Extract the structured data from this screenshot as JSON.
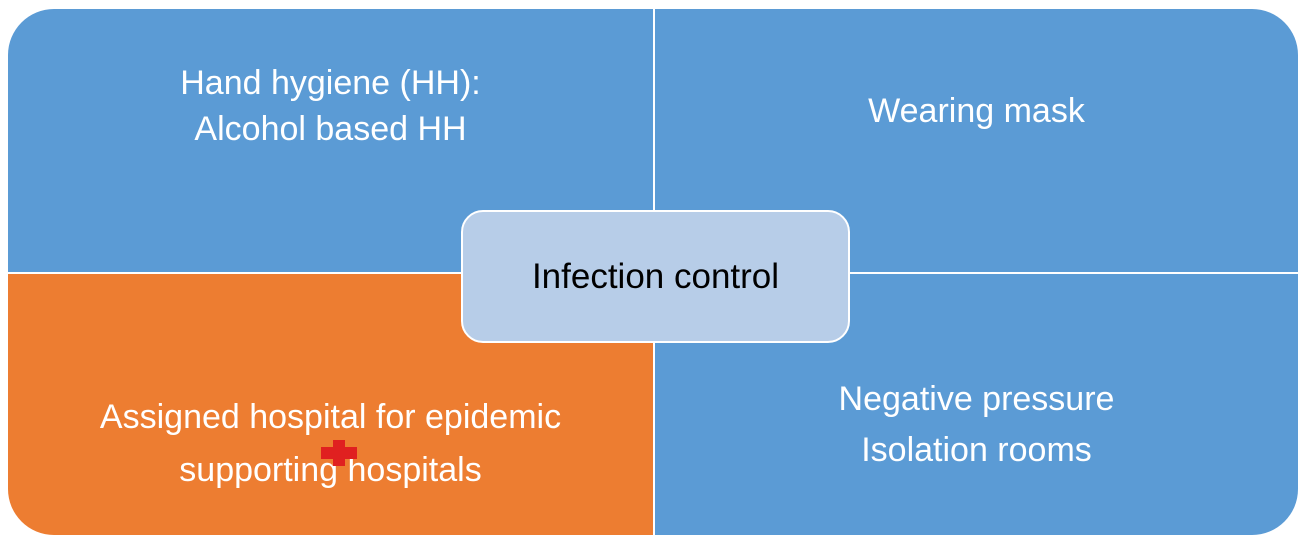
{
  "diagram": {
    "center_label": "Infection control",
    "quadrants": [
      {
        "id": "top-left",
        "lines": [
          "Hand hygiene (HH):",
          "Alcohol based HH"
        ],
        "color": "#5b9bd5"
      },
      {
        "id": "top-right",
        "lines": [
          "Wearing mask"
        ],
        "color": "#5b9bd5"
      },
      {
        "id": "bottom-left",
        "lines": [
          "Assigned hospital for epidemic",
          "supporting hospitals"
        ],
        "color": "#ed7d31"
      },
      {
        "id": "bottom-right",
        "lines": [
          "Negative pressure",
          "Isolation rooms"
        ],
        "color": "#5b9bd5"
      }
    ],
    "center_color": "#b7cde8",
    "icon": {
      "name": "red-cross-icon",
      "color": "#e02020"
    }
  }
}
